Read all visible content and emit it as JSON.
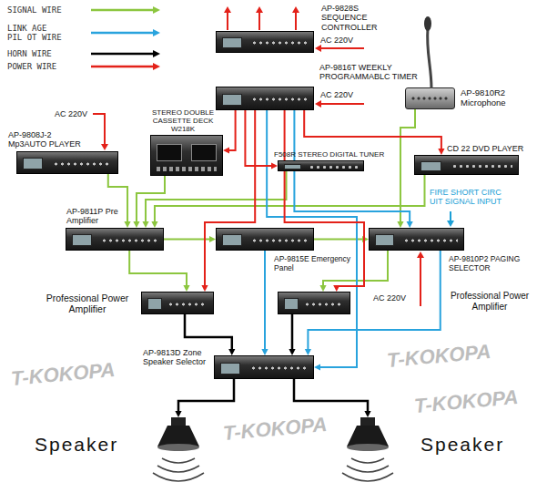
{
  "diagram": {
    "nodes": [
      {
        "text": [
          "AP-9828S SEQUENCE CONTROLLER"
        ]
      },
      {
        "text": [
          "AP-9816T WEEKLY PROGRAMMABLC TIMER"
        ]
      },
      {
        "text": [
          "AP-9810R2 Microphone"
        ]
      },
      {
        "text": [
          "AP-9808J-2 Mp3AUTO PLAYER"
        ]
      },
      {
        "text": [
          "STEREO DOUBLE CASSETTE DECK W218K"
        ]
      },
      {
        "text": [
          "F508R STEREO DIGITAL TUNER"
        ]
      },
      {
        "text": [
          "CD 22 DVD PLAYER"
        ]
      },
      {
        "text": [
          "AP-9811P Pre Amplifier"
        ]
      },
      {
        "text": [
          "AP-9815E Emergency Panel"
        ]
      },
      {
        "text": [
          "AP-9810P2 PAGING SELECTOR"
        ]
      },
      {
        "text": [
          "Professional Power Amplifier"
        ]
      },
      {
        "text": [
          "Professional Power Amplifier"
        ]
      },
      {
        "text": [
          "AP-9813D Zone Speaker Selector"
        ]
      },
      {
        "text": [
          "Speaker"
        ]
      },
      {
        "text": [
          "Speaker"
        ]
      }
    ],
    "edges": [
      {
        "from": 3,
        "to": 7,
        "arrow": "to"
      },
      {
        "from": 4,
        "to": 7,
        "arrow": "to"
      },
      {
        "from": 5,
        "to": 7,
        "arrow": "to"
      },
      {
        "from": 6,
        "to": 7,
        "arrow": "to"
      },
      {
        "from": 2,
        "to": 9,
        "arrow": "to"
      },
      {
        "from": 8,
        "to": 9,
        "arrow": "to"
      },
      {
        "from": 7,
        "to": 8,
        "arrow": "to"
      },
      {
        "from": 7,
        "to": 10,
        "arrow": "to"
      },
      {
        "from": 9,
        "to": 11,
        "arrow": "to"
      },
      {
        "from": 1,
        "to": 12,
        "arrow": "to"
      },
      {
        "from": 8,
        "to": 12,
        "arrow": "to"
      },
      {
        "from": 9,
        "to": 12,
        "arrow": "to"
      },
      {
        "from": 1,
        "to": 9,
        "arrow": "to"
      },
      {
        "from": 1,
        "to": 4,
        "arrow": "to"
      },
      {
        "from": 1,
        "to": 5,
        "arrow": "to"
      },
      {
        "from": 1,
        "to": 6,
        "arrow": "to"
      },
      {
        "from": 1,
        "to": 10,
        "arrow": "to"
      },
      {
        "from": 1,
        "to": 11,
        "arrow": "to"
      },
      {
        "from": 10,
        "to": 12,
        "arrow": "to"
      },
      {
        "from": 11,
        "to": 12,
        "arrow": "to"
      },
      {
        "from": 12,
        "to": 13,
        "arrow": "to"
      },
      {
        "from": 12,
        "to": 14,
        "arrow": "to"
      }
    ],
    "labels": [
      "AC 220V",
      "AC 220V",
      "AC 220V",
      "FIRE SHORT CIRC UIT SIGNAL INPUT",
      "AC 220V",
      "T-KOKOPA",
      "T-KOKOPA",
      "T-KOKOPA",
      "T-KOKOPA"
    ],
    "legend": [
      {
        "text": "SIGNAL WIRE",
        "color": "#8cc63f"
      },
      {
        "text": "LINK AGE PIL OT WIRE",
        "color": "#29a3dd"
      },
      {
        "text": "HORN WIRE",
        "color": "#000000"
      },
      {
        "text": "POWER WIRE",
        "color": "#e32119"
      }
    ]
  }
}
